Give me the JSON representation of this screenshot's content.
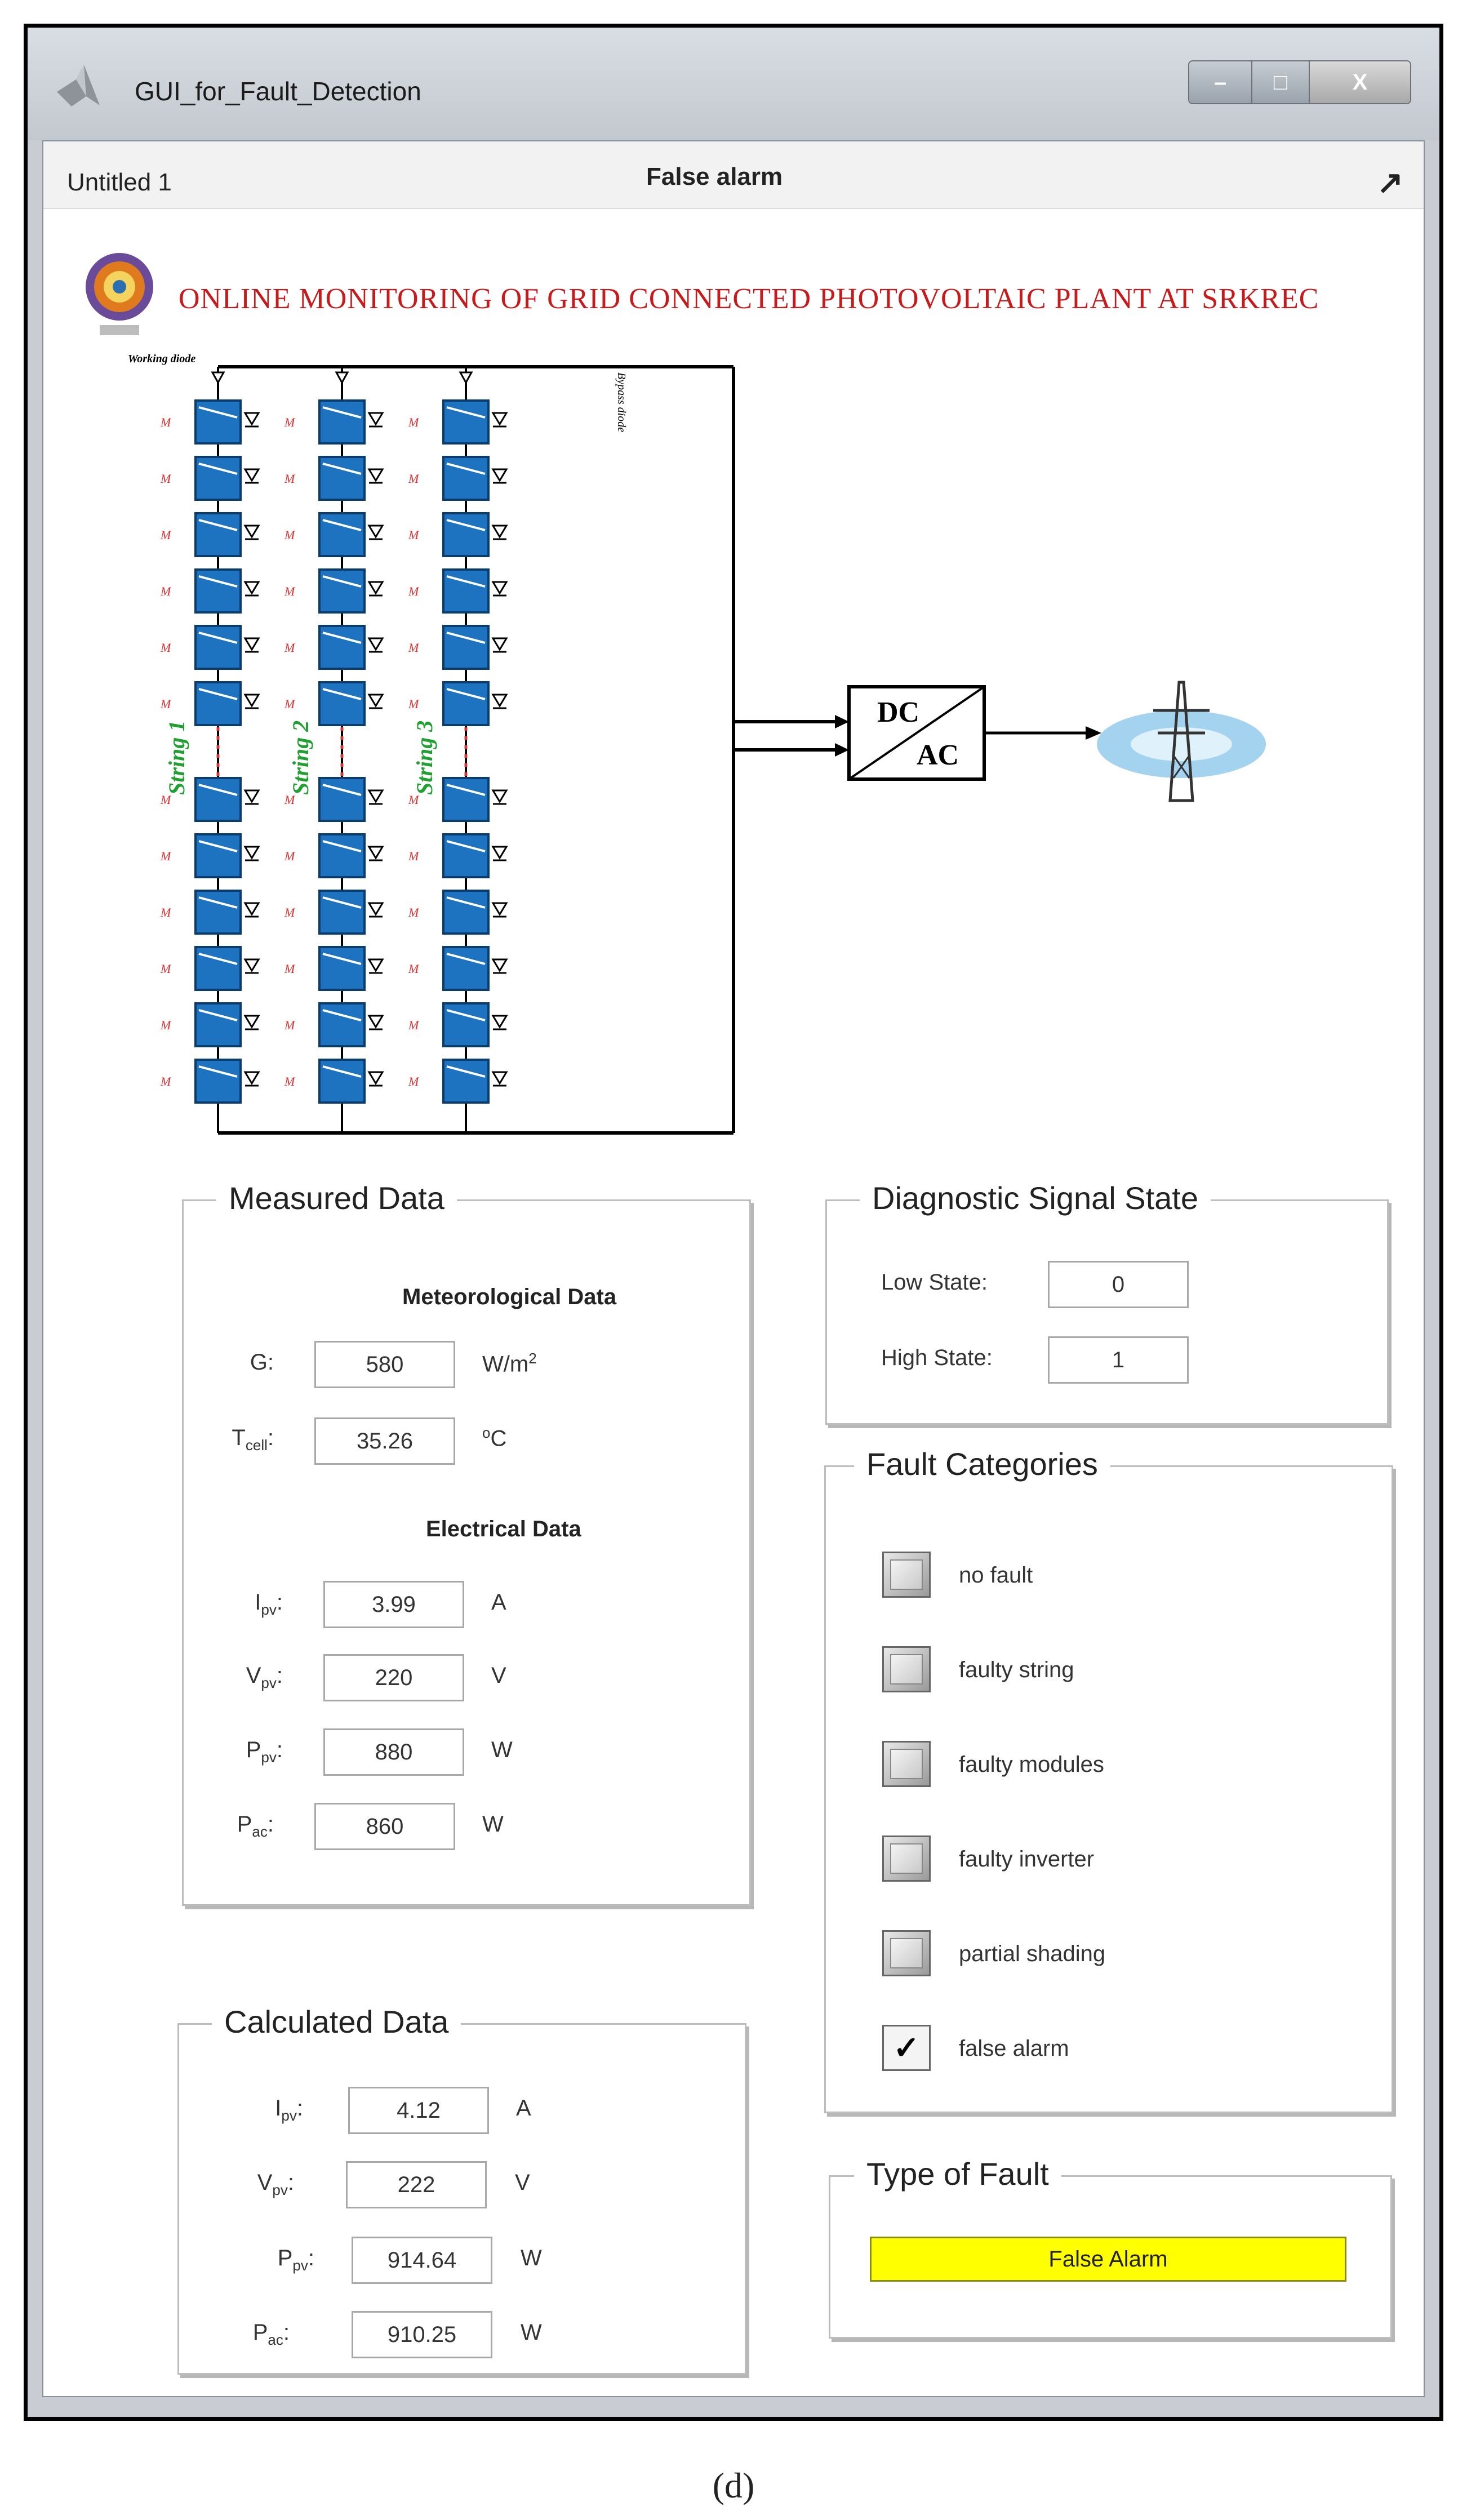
{
  "window": {
    "title": "GUI_for_Fault_Detection",
    "buttons": {
      "minimize": "–",
      "maximize": "□",
      "close": "X"
    }
  },
  "toolbar": {
    "doc_name": "Untitled 1",
    "figure_title": "False alarm",
    "undock_icon": "↗"
  },
  "banner": "ONLINE MONITORING OF GRID CONNECTED PHOTOVOLTAIC PLANT AT SRKREC",
  "schematic": {
    "strings": [
      "String 1",
      "String 2",
      "String 3"
    ],
    "working_diode": "Working diode",
    "bypass_diode": "Bypass diode",
    "inverter_dc": "DC",
    "inverter_ac": "AC"
  },
  "measured": {
    "title": "Measured Data",
    "meteo_title": "Meteorological Data",
    "electrical_title": "Electrical Data",
    "g": {
      "label": "G:",
      "value": "580",
      "unit": "W/m",
      "unit_sup": "2"
    },
    "tcell": {
      "label": "T",
      "label_sub": "cell",
      "suffix": ":",
      "value": "35.26",
      "unit_sup": "o",
      "unit": "C"
    },
    "ipv": {
      "label": "I",
      "label_sub": "pv",
      "suffix": ":",
      "value": "3.99",
      "unit": "A"
    },
    "vpv": {
      "label": "V",
      "label_sub": "pv",
      "suffix": ":",
      "value": "220",
      "unit": "V"
    },
    "ppv": {
      "label": "P",
      "label_sub": "pv",
      "suffix": ":",
      "value": "880",
      "unit": "W"
    },
    "pac": {
      "label": "P",
      "label_sub": "ac",
      "suffix": ":",
      "value": "860",
      "unit": "W"
    }
  },
  "calculated": {
    "title": "Calculated Data",
    "ipv": {
      "label": "I",
      "label_sub": "pv",
      "suffix": ":",
      "value": "4.12",
      "unit": "A"
    },
    "vpv": {
      "label": "V",
      "label_sub": "pv",
      "suffix": ":",
      "value": "222",
      "unit": "V"
    },
    "ppv": {
      "label": "P",
      "label_sub": "pv",
      "suffix": ":",
      "value": "914.64",
      "unit": "W"
    },
    "pac": {
      "label": "P",
      "label_sub": "ac",
      "suffix": ":",
      "value": "910.25",
      "unit": "W"
    }
  },
  "diagnostic": {
    "title": "Diagnostic Signal State",
    "low_label": "Low State:",
    "low_value": "0",
    "high_label": "High State:",
    "high_value": "1"
  },
  "categories": {
    "title": "Fault Categories",
    "items": [
      {
        "label": "no fault",
        "checked": false
      },
      {
        "label": "faulty string",
        "checked": false
      },
      {
        "label": "faulty modules",
        "checked": false
      },
      {
        "label": "faulty inverter",
        "checked": false
      },
      {
        "label": "partial shading",
        "checked": false
      },
      {
        "label": "false alarm",
        "checked": true
      }
    ]
  },
  "type_of_fault": {
    "title": "Type of Fault",
    "value": "False Alarm",
    "color": "#ffff00"
  },
  "caption": "(d)",
  "colors": {
    "module": "#1e73c0",
    "banner": "#c8191b",
    "string_label": "#20a030",
    "module_label": "#e03030",
    "diode_label": "#7a2fd0"
  }
}
